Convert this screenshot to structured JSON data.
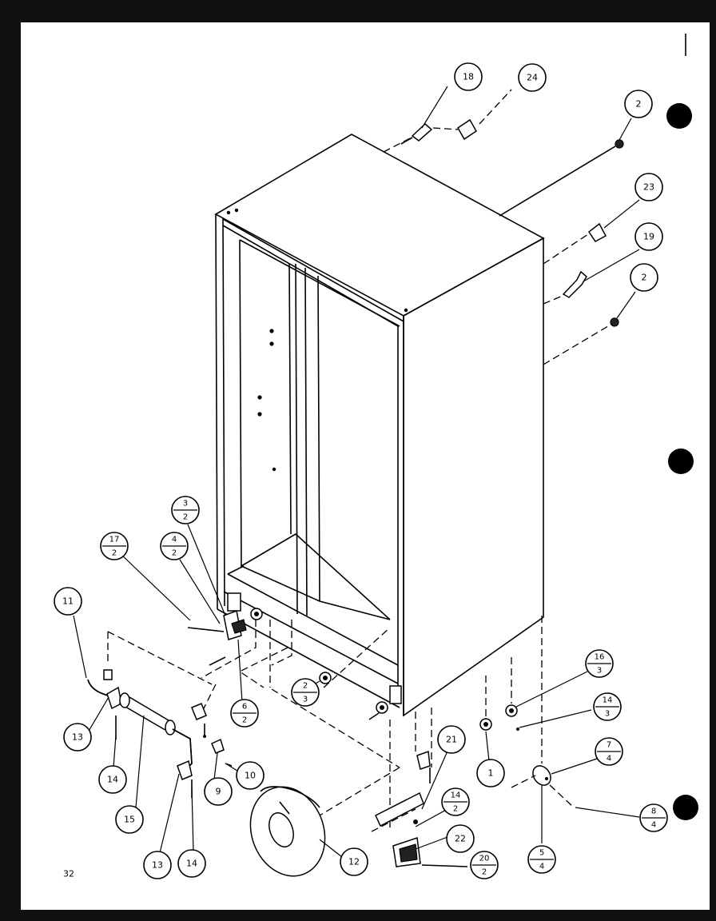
{
  "page_number": "32",
  "callouts": {
    "c18": "18",
    "c24": "24",
    "c2a": "2",
    "c23": "23",
    "c19": "19",
    "c2b": "2",
    "c3_2": [
      "3",
      "2"
    ],
    "c4_2": [
      "4",
      "2"
    ],
    "c17_2": [
      "17",
      "2"
    ],
    "c11": "11",
    "c6_2": [
      "6",
      "2"
    ],
    "c2_3": [
      "2",
      "3"
    ],
    "c16_3": [
      "16",
      "3"
    ],
    "c14_3": [
      "14",
      "3"
    ],
    "c7_4": [
      "7",
      "4"
    ],
    "c8_4": [
      "8",
      "4"
    ],
    "c5_4": [
      "5",
      "4"
    ],
    "c1": "1",
    "c21": "21",
    "c14_2": [
      "14",
      "2"
    ],
    "c22": "22",
    "c20_2": [
      "20",
      "2"
    ],
    "c12": "12",
    "c13a": "13",
    "c14a": "14",
    "c15": "15",
    "c9": "9",
    "c10": "10",
    "c13b": "13",
    "c14b": "14"
  }
}
